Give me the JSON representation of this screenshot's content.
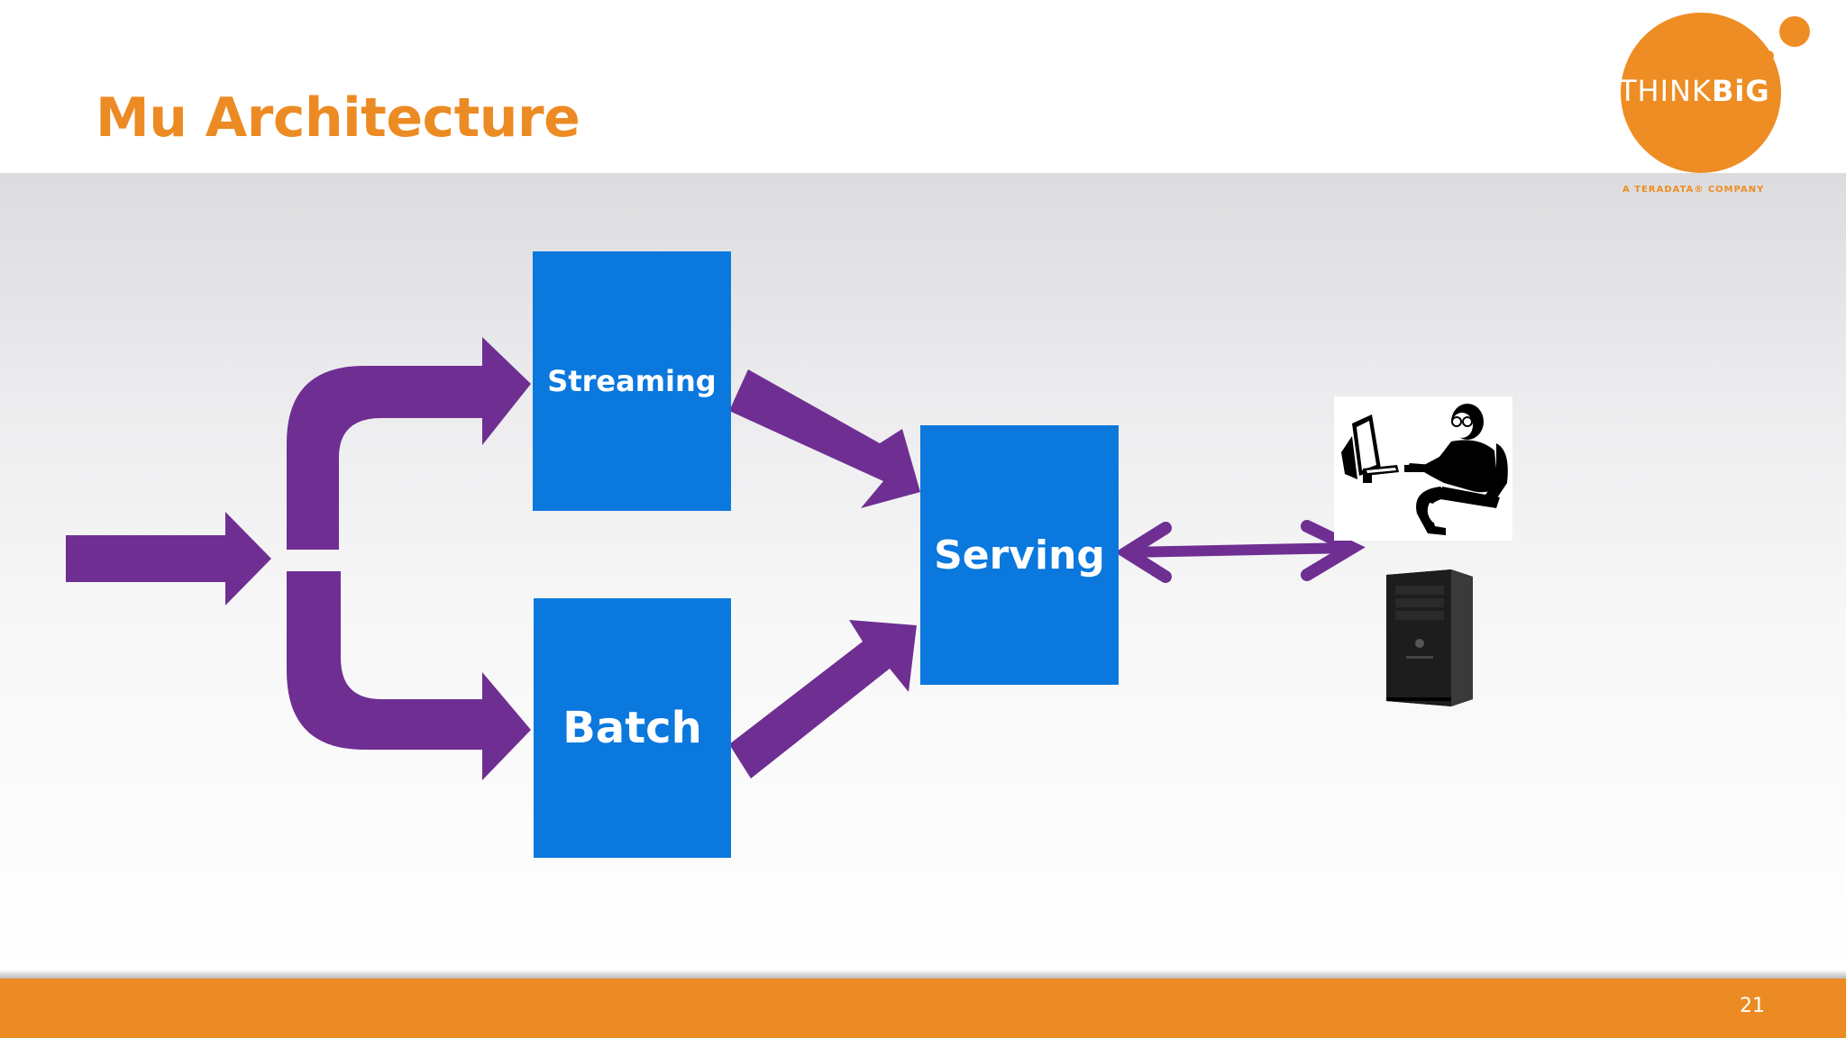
{
  "slide": {
    "title": "Mu Architecture",
    "page_number": "21"
  },
  "logo": {
    "text_light": "THINK",
    "text_bold": "BiG",
    "tagline": "A TERADATA® COMPANY"
  },
  "diagram": {
    "nodes": {
      "streaming": "Streaming",
      "batch": "Batch",
      "serving": "Serving"
    },
    "icons": [
      "person-at-computer-icon",
      "computer-tower-icon"
    ]
  },
  "colors": {
    "accent_orange": "#ec8b23",
    "box_blue": "#0a78dd",
    "arrow_purple": "#6f2f92"
  }
}
